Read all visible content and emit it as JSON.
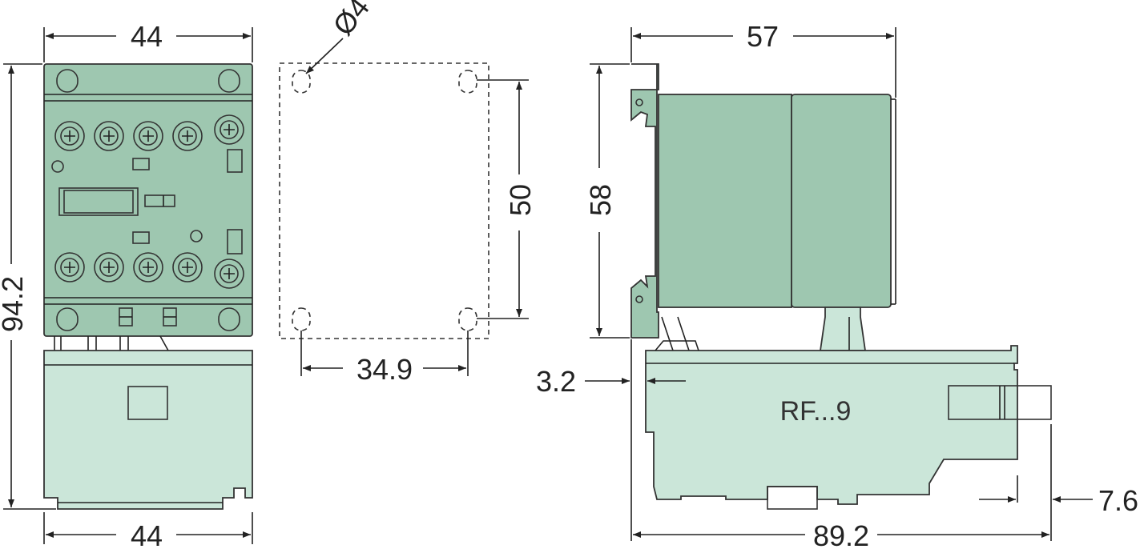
{
  "dimensions": {
    "top_width": "44",
    "bottom_width": "44",
    "total_height": "94.2",
    "hole_diameter": "Ø4",
    "hole_vertical": "50",
    "hole_horizontal": "34.9",
    "side_depth": "57",
    "side_height": "58",
    "offset_left": "3.2",
    "offset_right": "7.6",
    "total_depth": "89.2"
  },
  "labels": {
    "relay_model": "RF...9"
  },
  "colors": {
    "contactor_body": "#9ec7b0",
    "relay_body": "#cbe6d9",
    "line": "#222222"
  }
}
